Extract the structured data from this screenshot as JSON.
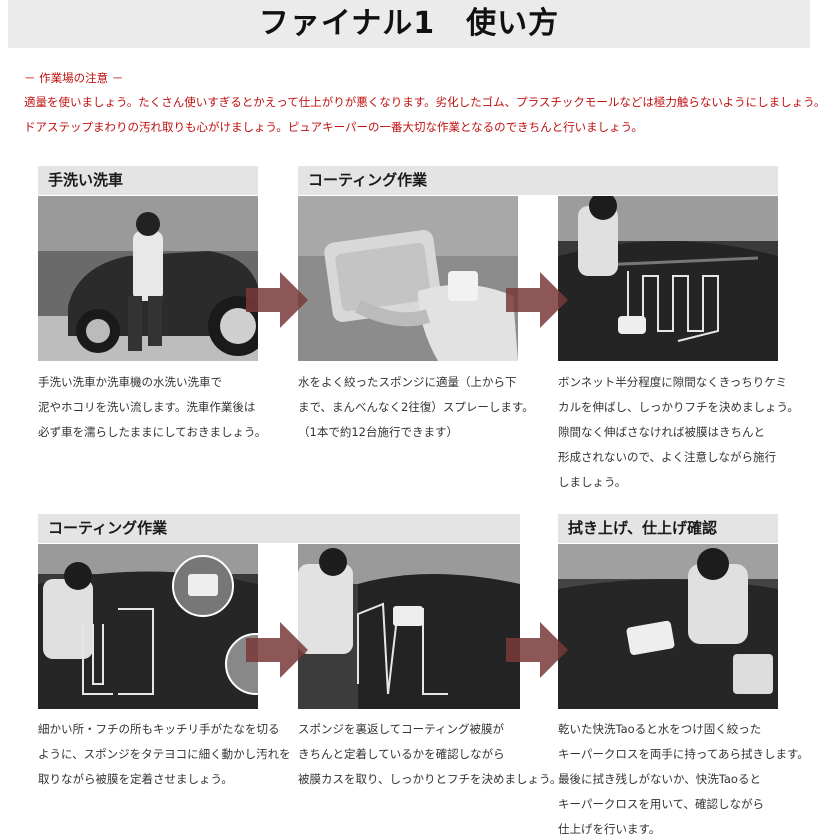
{
  "title": "ファイナル1　使い方",
  "caution": {
    "heading": "－ 作業場の注意 －",
    "line1": "適量を使いましょう。たくさん使いすぎるとかえって仕上がりが悪くなります。劣化したゴム、プラスチックモールなどは極力触らないようにしましょう。",
    "line2": "ドアステップまわりの汚れ取りも心がけましょう。ピュアキーパーの一番大切な作業となるのできちんと行いましょう。"
  },
  "colors": {
    "caution_text": "#c01010",
    "arrow": "#7a3a3a",
    "band": "#e4e4e4"
  },
  "steps": [
    {
      "header": "手洗い洗車",
      "lines": [
        "手洗い洗車か洗車機の水洗い洗車で",
        "泥やホコリを洗い流します。洗車作業後は",
        "必ず車を濡らしたままにしておきましょう。"
      ]
    },
    {
      "header": "コーティング作業",
      "lines": [
        "水をよく絞ったスポンジに適量（上から下",
        "まで、まんべんなく2往復）スプレーします。",
        "（1本で約12台施行できます）"
      ]
    },
    {
      "lines": [
        "ボンネット半分程度に隙間なくきっちりケミ",
        "カルを伸ばし、しっかりフチを決めましょう。",
        "隙間なく伸ばさなければ被膜はきちんと",
        "形成されないので、よく注意しながら施行",
        "しましょう。"
      ]
    },
    {
      "header": "コーティング作業",
      "lines": [
        "細かい所・フチの所もキッチリ手がたなを切る",
        "ように、スポンジをタテヨコに細く動かし汚れを",
        "取りながら被膜を定着させましょう。"
      ]
    },
    {
      "lines": [
        "スポンジを裏返してコーティング被膜が",
        "きちんと定着しているかを確認しながら",
        "被膜カスを取り、しっかりとフチを決めましょう。"
      ]
    },
    {
      "header": "拭き上げ、仕上げ確認",
      "lines": [
        "乾いた快洗Taoると水をつけ固く絞った",
        "キーパークロスを両手に持ってあら拭きします。",
        "最後に拭き残しがないか、快洗Taoると",
        "キーパークロスを用いて、確認しながら",
        "仕上げを行います。"
      ]
    }
  ]
}
